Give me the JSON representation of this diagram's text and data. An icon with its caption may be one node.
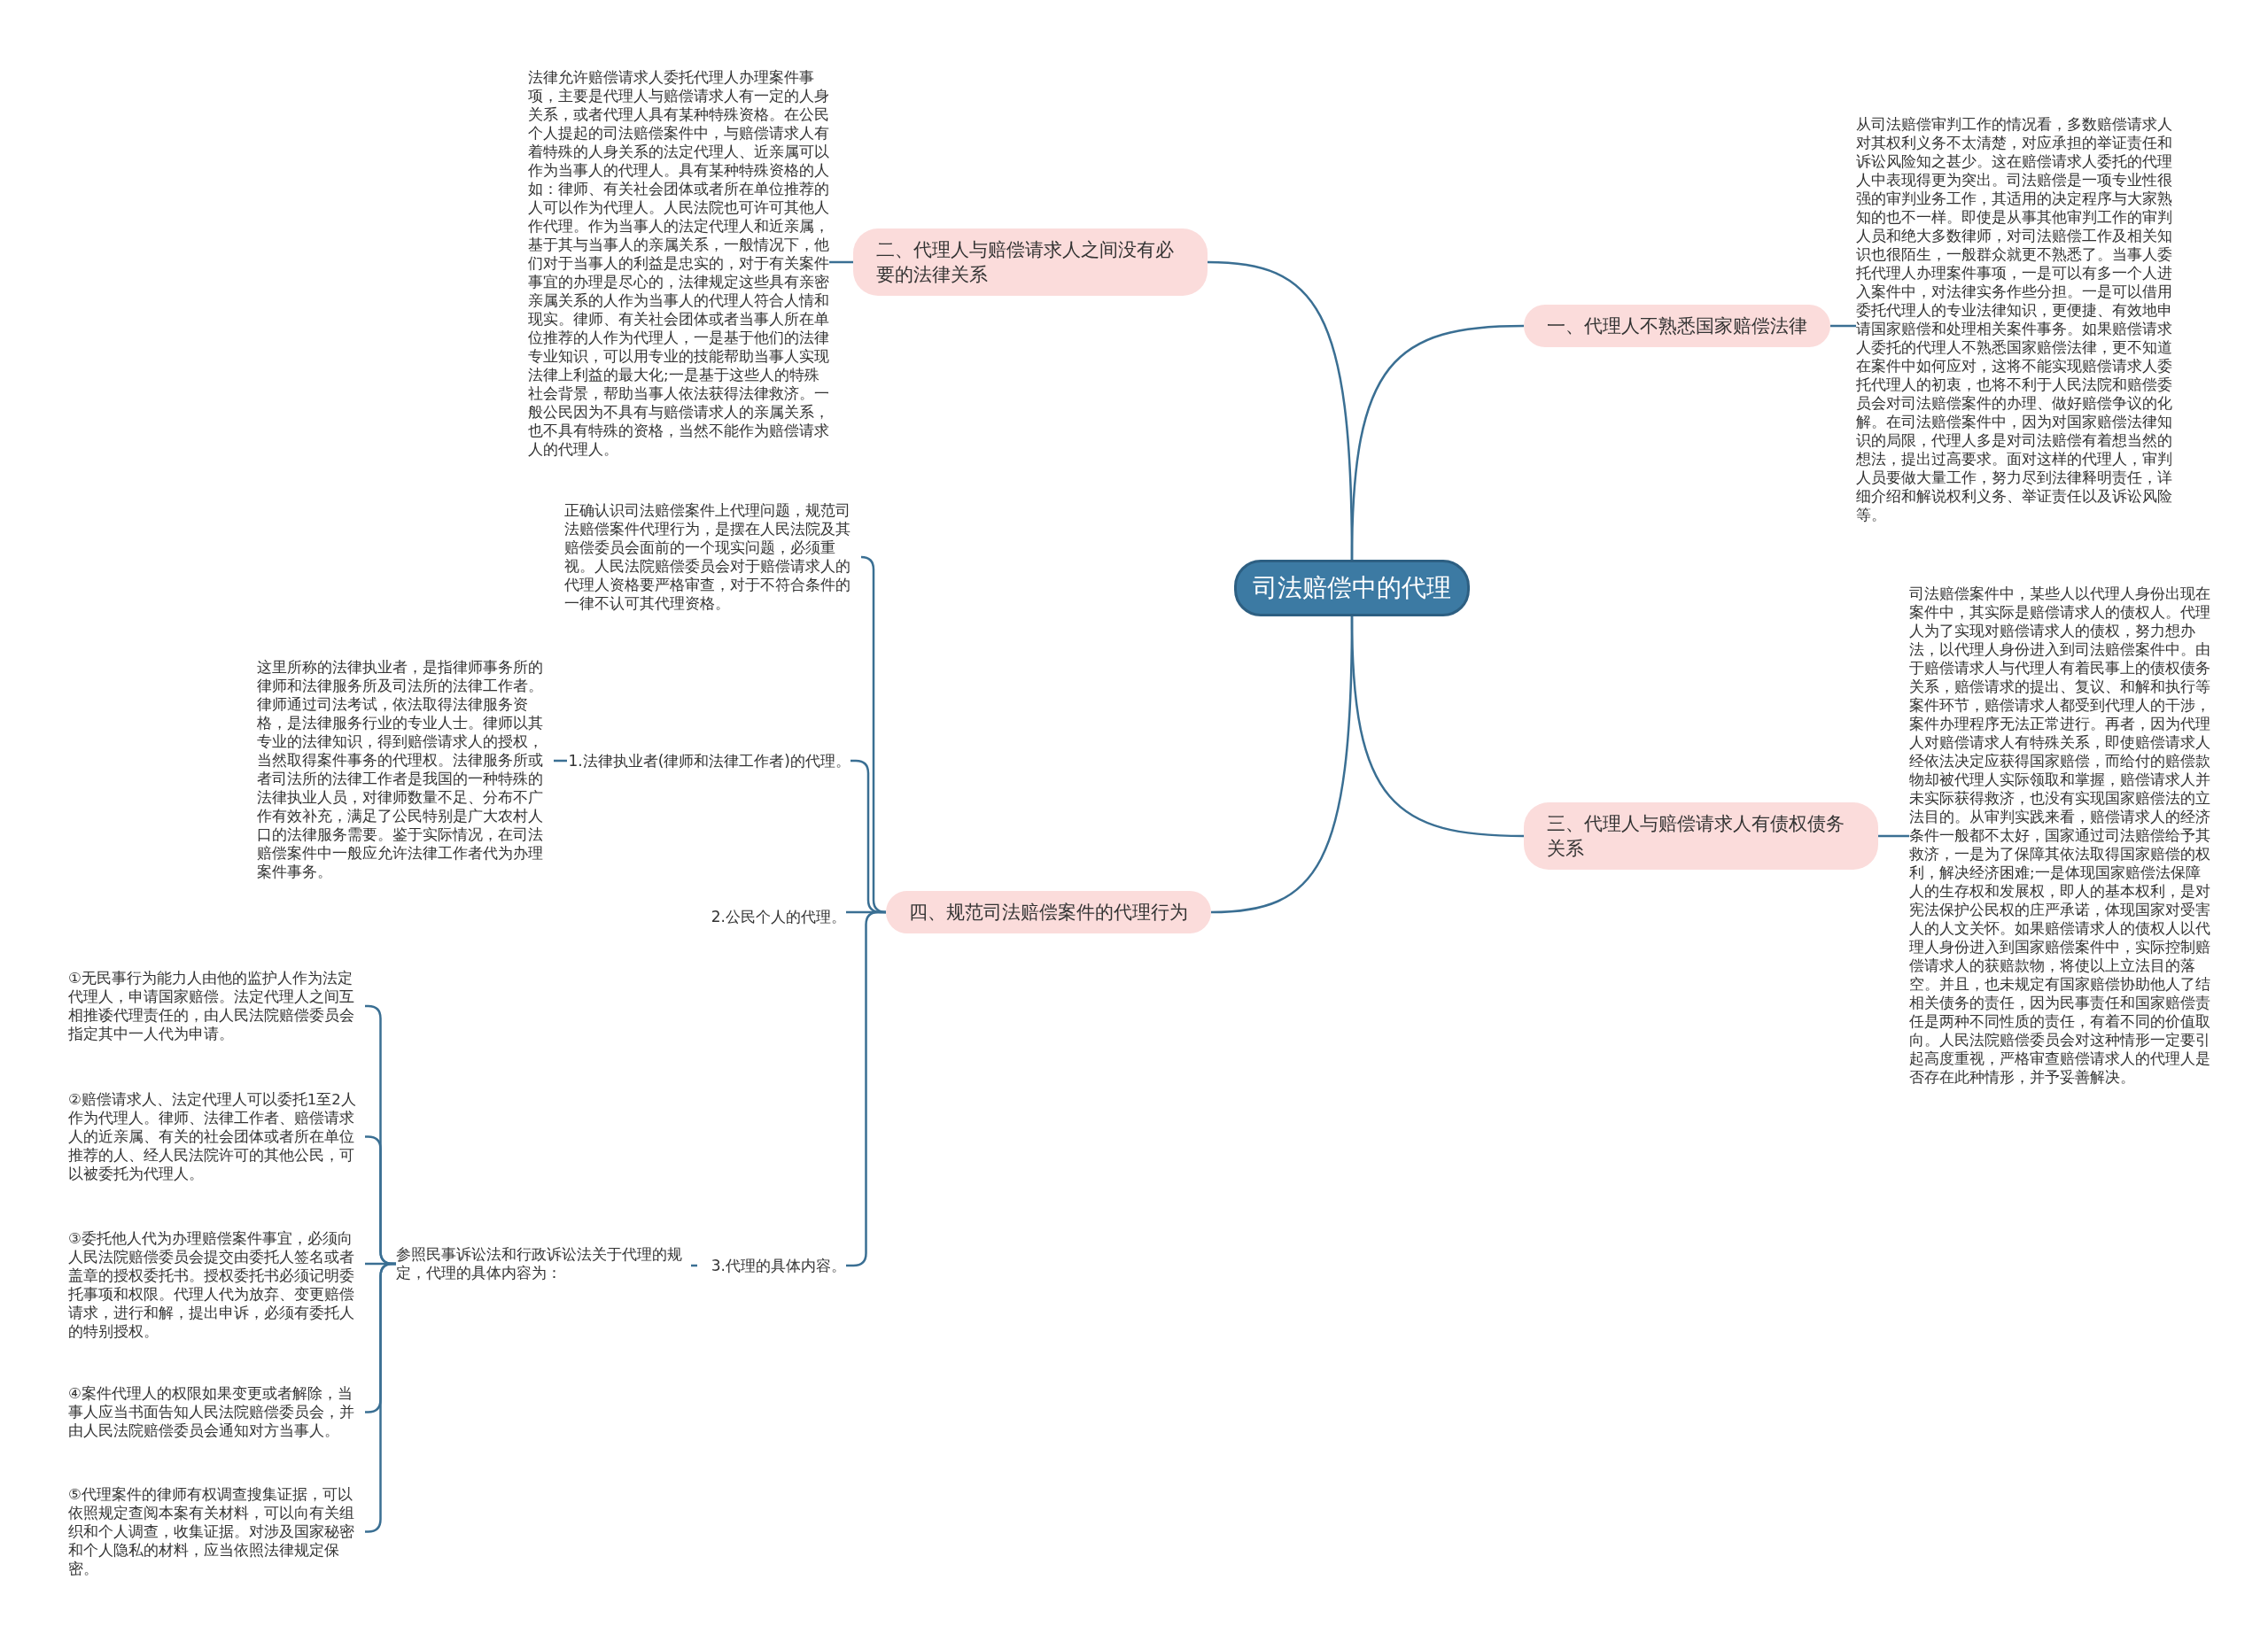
{
  "diagram": {
    "nodes": [
      {
        "text": [
          "司法赔偿中的代理"
        ]
      },
      {
        "text": [
          "二、代理人与赔偿请求人之间没有必要的法律关系"
        ]
      },
      {
        "text": [
          "法律允许赔偿请求人委托代理人办理案件事项，主要是代理人与赔偿请求人有一定的人身关系，或者代理人具有某种特殊资格。在公民个人提起的司法赔偿案件中，与赔偿请求人有着特殊的人身关系的法定代理人、近亲属可以作为当事人的代理人。具有某种特殊资格的人如：律师、有关社会团体或者所在单位推荐的人可以作为代理人。人民法院也可许可其他人作代理。作为当事人的法定代理人和近亲属，基于其与当事人的亲属关系，一般情况下，他们对于当事人的利益是忠实的，对于有关案件事宜的办理是尽心的，法律规定这些具有亲密亲属关系的人作为当事人的代理人符合人情和现实。律师、有关社会团体或者当事人所在单位推荐的人作为代理人，一是基于他们的法律专业知识，可以用专业的技能帮助当事人实现法律上利益的最大化;一是基于这些人的特殊社会背景，帮助当事人依法获得法律救济。一般公民因为不具有与赔偿请求人的亲属关系，也不具有特殊的资格，当然不能作为赔偿请求人的代理人。"
        ]
      },
      {
        "text": [
          "一、代理人不熟悉国家赔偿法律"
        ]
      },
      {
        "text": [
          "从司法赔偿审判工作的情况看，多数赔偿请求人对其权利义务不太清楚，对应承担的举证责任和诉讼风险知之甚少。这在赔偿请求人委托的代理人中表现得更为突出。司法赔偿是一项专业性很强的审判业务工作，其适用的决定程序与大家熟知的也不一样。即使是从事其他审判工作的审判人员和绝大多数律师，对司法赔偿工作及相关知识也很陌生，一般群众就更不熟悉了。当事人委托代理人办理案件事项，一是可以有多一个人进入案件中，对法律实务作些分担。一是可以借用委托代理人的专业法律知识，更便捷、有效地申请国家赔偿和处理相关案件事务。如果赔偿请求人委托的代理人不熟悉国家赔偿法律，更不知道在案件中如何应对，这将不能实现赔偿请求人委托代理人的初衷，也将不利于人民法院和赔偿委员会对司法赔偿案件的办理、做好赔偿争议的化解。在司法赔偿案件中，因为对国家赔偿法律知识的局限，代理人多是对司法赔偿有着想当然的想法，提出过高要求。面对这样的代理人，审判人员要做大量工作，努力尽到法律释明责任，详细介绍和解说权利义务、举证责任以及诉讼风险等。"
        ]
      },
      {
        "text": [
          "三、代理人与赔偿请求人有债权债务关系"
        ]
      },
      {
        "text": [
          "司法赔偿案件中，某些人以代理人身份出现在案件中，其实际是赔偿请求人的债权人。代理人为了实现对赔偿请求人的债权，努力想办法，以代理人身份进入到司法赔偿案件中。由于赔偿请求人与代理人有着民事上的债权债务关系，赔偿请求的提出、复议、和解和执行等案件环节，赔偿请求人都受到代理人的干涉，案件办理程序无法正常进行。再者，因为代理人对赔偿请求人有特殊关系，即使赔偿请求人经依法决定应获得国家赔偿，而给付的赔偿款物却被代理人实际领取和掌握，赔偿请求人并未实际获得救济，也没有实现国家赔偿法的立法目的。从审判实践来看，赔偿请求人的经济条件一般都不太好，国家通过司法赔偿给予其救济，一是为了保障其依法取得国家赔偿的权利，解决经济困难;一是体现国家赔偿法保障人的生存权和发展权，即人的基本权利，是对宪法保护公民权的庄严承诺，体现国家对受害人的人文关怀。如果赔偿请求人的债权人以代理人身份进入到国家赔偿案件中，实际控制赔偿请求人的获赔款物，将使以上立法目的落空。并且，也未规定有国家赔偿协助他人了结相关债务的责任，因为民事责任和国家赔偿责任是两种不同性质的责任，有着不同的价值取向。人民法院赔偿委员会对这种情形一定要引起高度重视，严格审查赔偿请求人的代理人是否存在此种情形，并予妥善解决。"
        ]
      },
      {
        "text": [
          "四、规范司法赔偿案件的代理行为"
        ]
      },
      {
        "text": [
          "正确认识司法赔偿案件上代理问题，规范司法赔偿案件代理行为，是摆在人民法院及其赔偿委员会面前的一个现实问题，必须重视。人民法院赔偿委员会对于赔偿请求人的代理人资格要严格审查，对于不符合条件的一律不认可其代理资格。"
        ]
      },
      {
        "text": [
          "1.法律执业者(律师和法律工作者)的代理。"
        ]
      },
      {
        "text": [
          "这里所称的法律执业者，是指律师事务所的律师和法律服务所及司法所的法律工作者。律师通过司法考试，依法取得法律服务资格，是法律服务行业的专业人士。律师以其专业的法律知识，得到赔偿请求人的授权，当然取得案件事务的代理权。法律服务所或者司法所的法律工作者是我国的一种特殊的法律执业人员，对律师数量不足、分布不广作有效补充，满足了公民特别是广大农村人口的法律服务需要。鉴于实际情况，在司法赔偿案件中一般应允许法律工作者代为办理案件事务。"
        ]
      },
      {
        "text": [
          "2.公民个人的代理。"
        ]
      },
      {
        "text": [
          "3.代理的具体内容。"
        ]
      },
      {
        "text": [
          "参照民事诉讼法和行政诉讼法关于代理的规定，代理的具体内容为："
        ]
      },
      {
        "text": [
          "①无民事行为能力人由他的监护人作为法定代理人，申请国家赔偿。法定代理人之间互相推诿代理责任的，由人民法院赔偿委员会指定其中一人代为申请。"
        ]
      },
      {
        "text": [
          "②赔偿请求人、法定代理人可以委托1至2人作为代理人。律师、法律工作者、赔偿请求人的近亲属、有关的社会团体或者所在单位推荐的人、经人民法院许可的其他公民，可以被委托为代理人。"
        ]
      },
      {
        "text": [
          "③委托他人代为办理赔偿案件事宜，必须向人民法院赔偿委员会提交由委托人签名或者盖章的授权委托书。授权委托书必须记明委托事项和权限。代理人代为放弃、变更赔偿请求，进行和解，提出申诉，必须有委托人的特别授权。"
        ]
      },
      {
        "text": [
          "④案件代理人的权限如果变更或者解除，当事人应当书面告知人民法院赔偿委员会，并由人民法院赔偿委员会通知对方当事人。"
        ]
      },
      {
        "text": [
          "⑤代理案件的律师有权调查搜集证据，可以依照规定查阅本案有关材料，可以向有关组织和个人调查，收集证据。对涉及国家秘密和个人隐私的材料，应当依照法律规定保密。"
        ]
      }
    ],
    "edges": [
      {
        "from": 0,
        "to": 1,
        "arrow": "none"
      },
      {
        "from": 1,
        "to": 2,
        "arrow": "none"
      },
      {
        "from": 0,
        "to": 3,
        "arrow": "none"
      },
      {
        "from": 3,
        "to": 4,
        "arrow": "none"
      },
      {
        "from": 0,
        "to": 5,
        "arrow": "none"
      },
      {
        "from": 5,
        "to": 6,
        "arrow": "none"
      },
      {
        "from": 0,
        "to": 7,
        "arrow": "none"
      },
      {
        "from": 7,
        "to": 8,
        "arrow": "none"
      },
      {
        "from": 7,
        "to": 9,
        "arrow": "none"
      },
      {
        "from": 9,
        "to": 10,
        "arrow": "none"
      },
      {
        "from": 7,
        "to": 11,
        "arrow": "none"
      },
      {
        "from": 7,
        "to": 12,
        "arrow": "none"
      },
      {
        "from": 12,
        "to": 13,
        "arrow": "none"
      },
      {
        "from": 13,
        "to": 14,
        "arrow": "none"
      },
      {
        "from": 13,
        "to": 15,
        "arrow": "none"
      },
      {
        "from": 13,
        "to": 16,
        "arrow": "none"
      },
      {
        "from": 13,
        "to": 17,
        "arrow": "none"
      },
      {
        "from": 13,
        "to": 18,
        "arrow": "none"
      }
    ]
  }
}
